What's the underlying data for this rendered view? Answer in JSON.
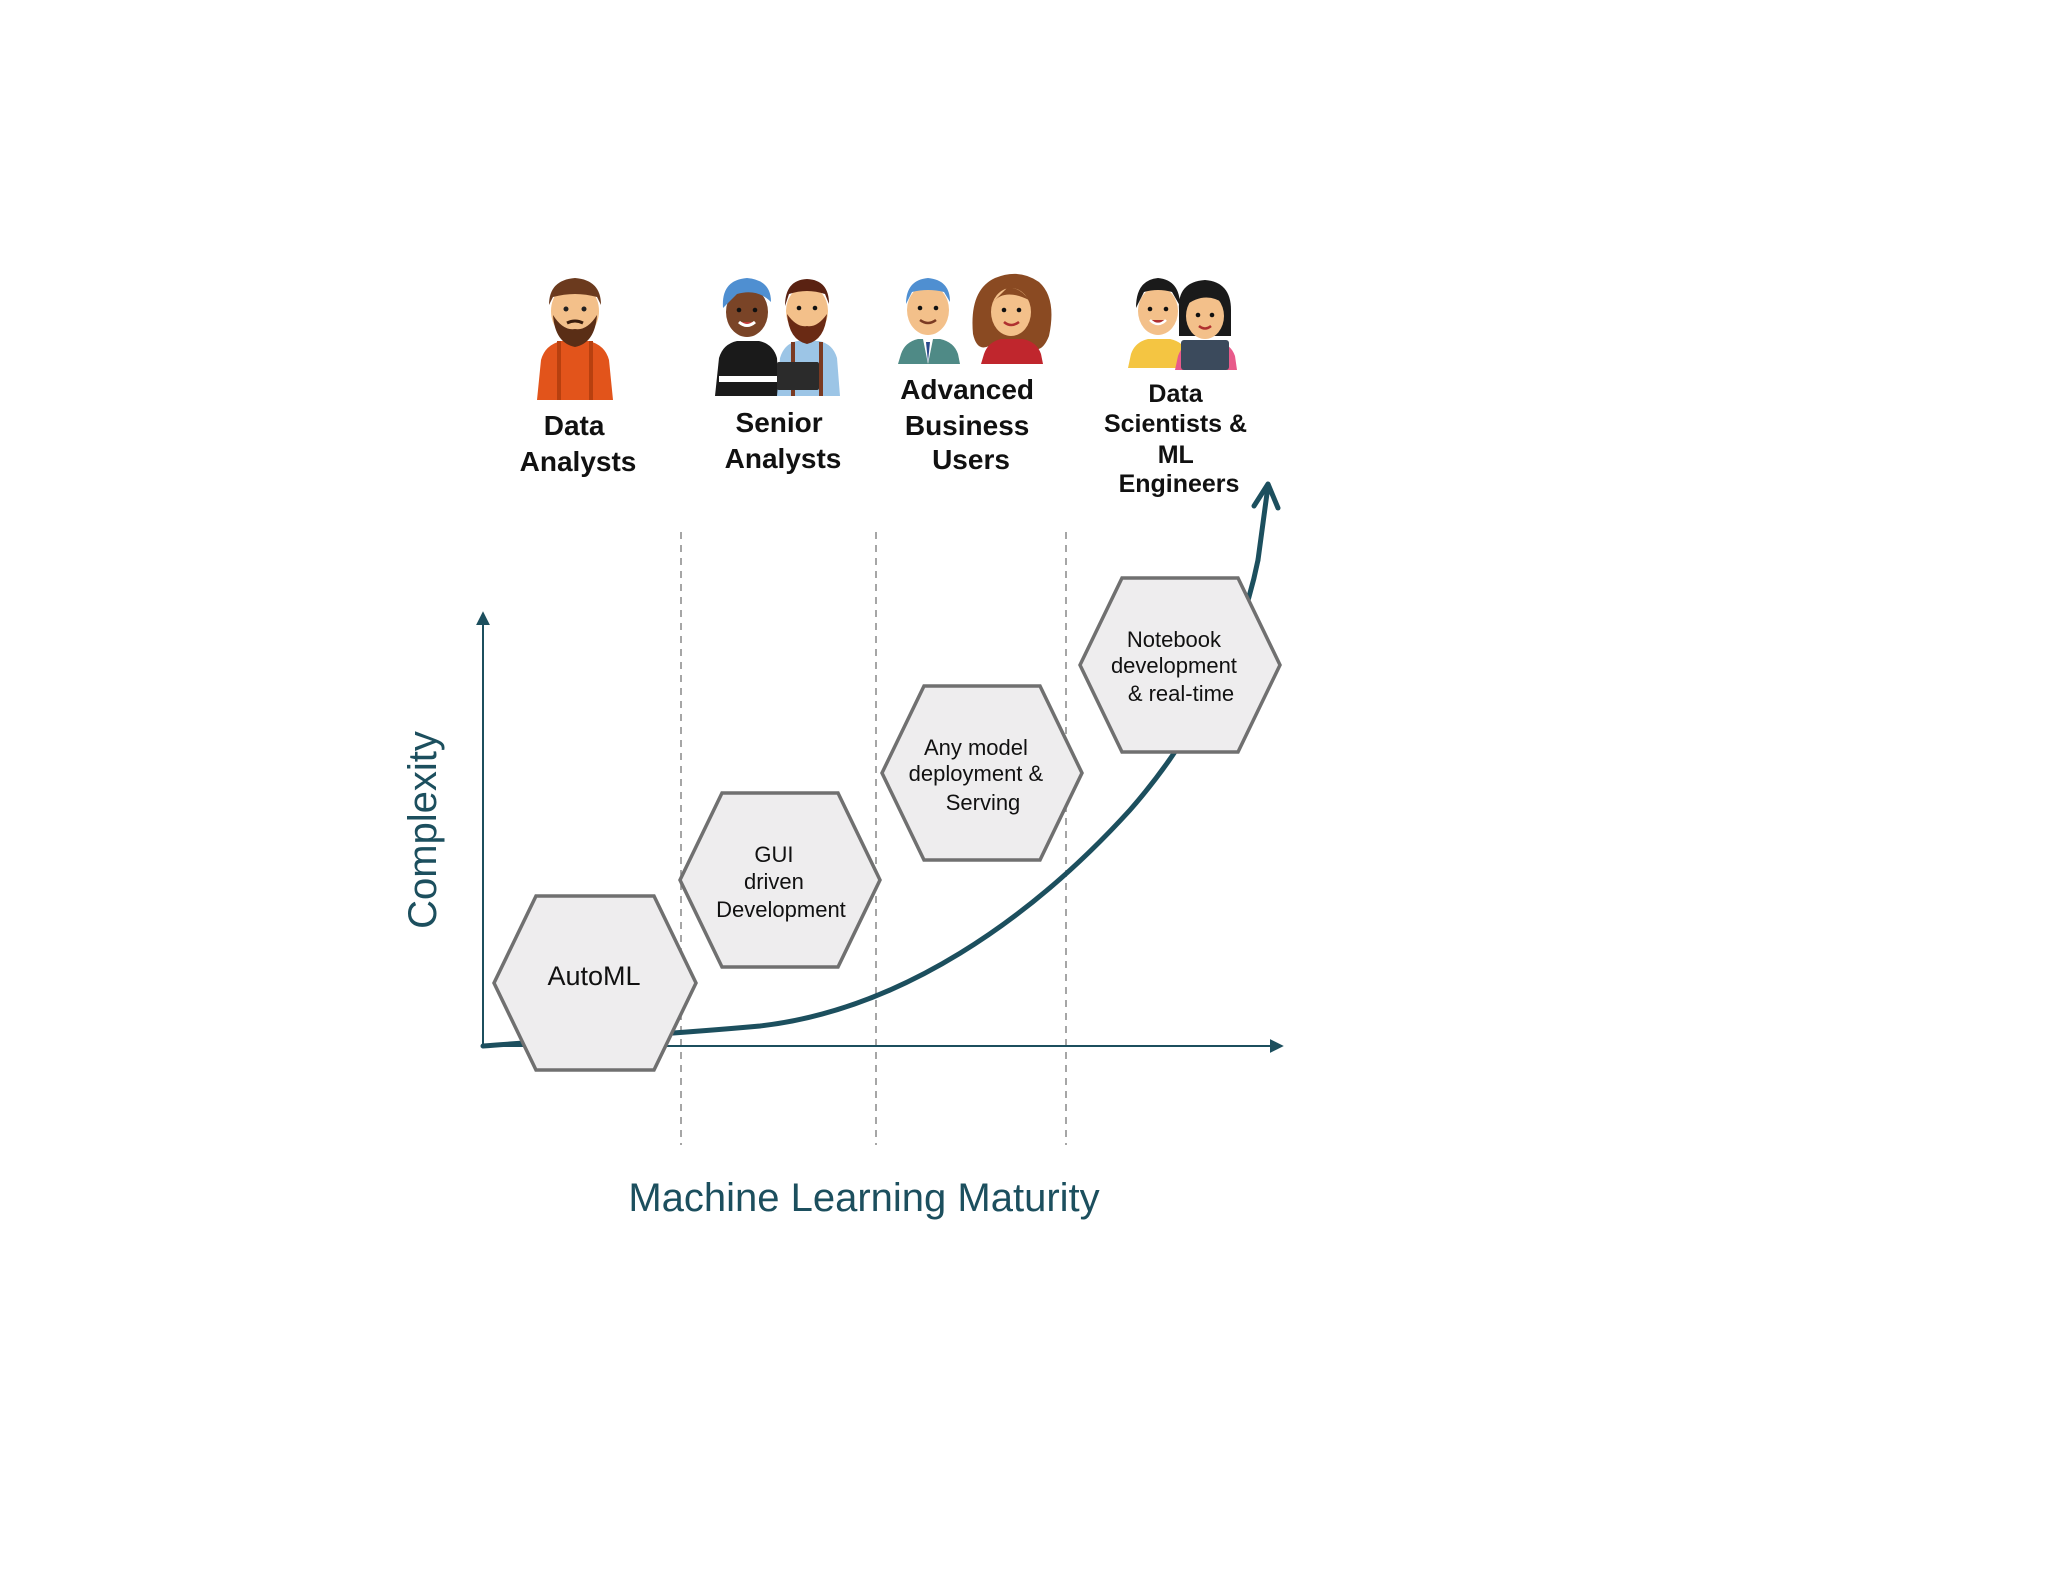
{
  "colors": {
    "accent": "#1c4f5e",
    "hex_fill": "#eeedee",
    "hex_stroke": "#707070",
    "guide": "#888888"
  },
  "axes": {
    "x_title": "Machine Learning Maturity",
    "y_title": "Complexity"
  },
  "personas": [
    {
      "name": "data-analysts",
      "lines": [
        "Data",
        "Analysts"
      ],
      "icons": [
        "bearded-man-orange-apron-icon"
      ]
    },
    {
      "name": "senior-analysts",
      "lines": [
        "Senior",
        "Analysts"
      ],
      "icons": [
        "woman-blue-hair-icon",
        "bearded-man-laptop-icon"
      ]
    },
    {
      "name": "advanced-business-users",
      "lines": [
        "Advanced",
        "Business",
        "Users"
      ],
      "icons": [
        "man-suit-icon",
        "woman-curly-hair-icon"
      ]
    },
    {
      "name": "data-scientists",
      "lines": [
        "Data",
        "Scientists &",
        "ML",
        "Engineers"
      ],
      "icons": [
        "man-yellow-shirt-icon",
        "woman-laptop-icon"
      ]
    }
  ],
  "stages": [
    {
      "name": "automl",
      "lines": [
        "AutoML"
      ]
    },
    {
      "name": "gui-driven-development",
      "lines": [
        "GUI",
        "driven",
        "Development"
      ]
    },
    {
      "name": "model-deployment-serving",
      "lines": [
        "Any model",
        "deployment &",
        "Serving"
      ]
    },
    {
      "name": "notebook-development",
      "lines": [
        "Notebook",
        "development",
        "& real-time"
      ]
    }
  ]
}
